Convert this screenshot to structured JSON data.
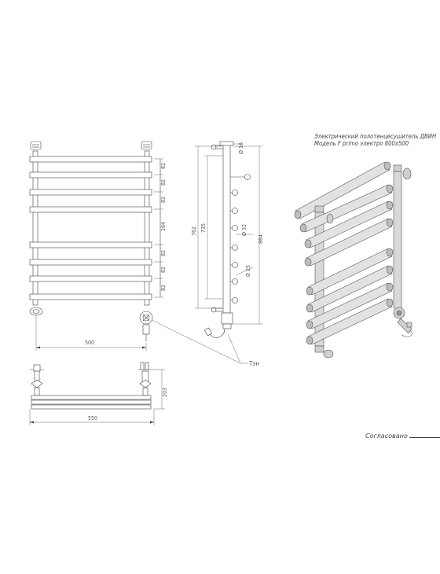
{
  "title": {
    "line1": "Электрический полотенцесушитель ДВИН",
    "line2": "Модель F primo электро 800x500"
  },
  "front_view": {
    "rung_spacings": [
      "82",
      "82",
      "82",
      "164",
      "82",
      "82",
      "82"
    ],
    "width_label": "500"
  },
  "top_view": {
    "width_label": "550",
    "depth_label": "203"
  },
  "side_view": {
    "dim_762": "762",
    "dim_735": "735",
    "dim_864": "864",
    "dia_16": "Ø 16",
    "dia_32": "Ø 32",
    "dia_25": "Ø 25"
  },
  "callout": {
    "heater_label": "Тэн"
  },
  "approval": {
    "label": "Согласовано"
  }
}
